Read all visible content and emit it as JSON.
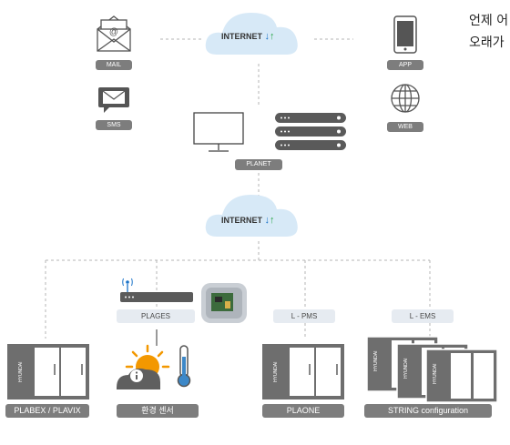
{
  "top": {
    "mail": "MAIL",
    "sms": "SMS",
    "app": "APP",
    "web": "WEB",
    "cloud_top": "INTERNET",
    "planet": "PLANET"
  },
  "middle": {
    "cloud_mid": "INTERNET"
  },
  "bottom": {
    "plages": "PLAGES",
    "lpms": "L - PMS",
    "lems": "L - EMS",
    "plabex": "PLABEX / PLAVIX",
    "sensor": "환경 센서",
    "plaone": "PLAONE",
    "string": "STRING configuration",
    "brand": "HYUNDAI"
  },
  "side_text": {
    "line1": "언제 어",
    "line2": "오래가"
  },
  "colors": {
    "label_bg": "#7d7d7d",
    "tag_bg": "#e6ebf1",
    "cloud": "#d7e9f7",
    "cabinet": "#6e6e6e",
    "sun": "#f39800",
    "arrow_down": "#1a73c8",
    "arrow_up": "#2aa84a"
  }
}
